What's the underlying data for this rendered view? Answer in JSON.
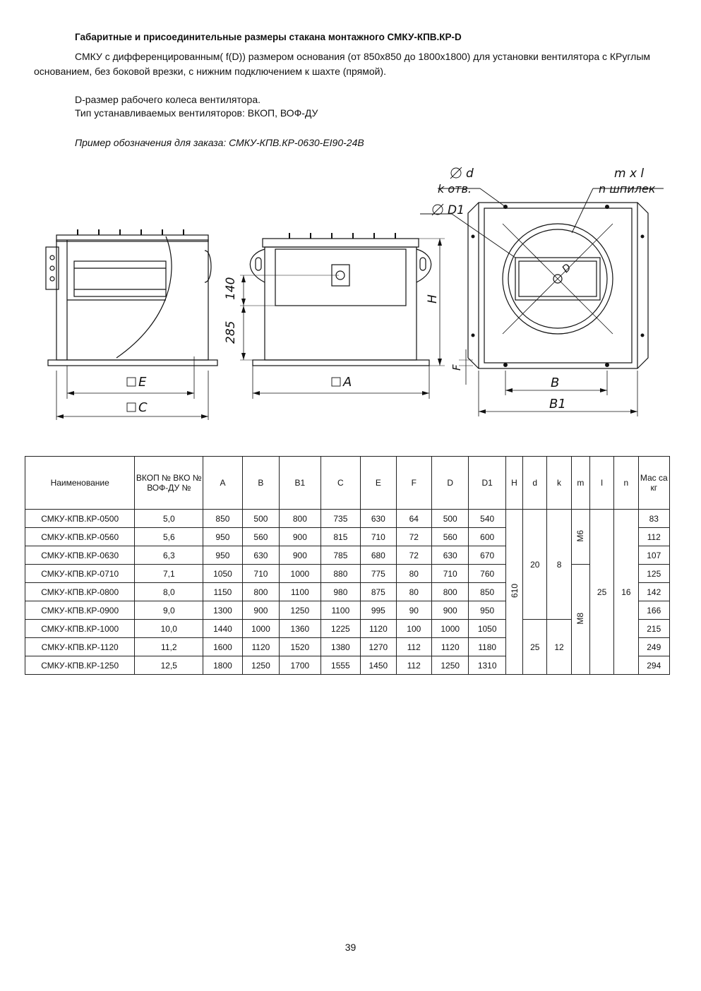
{
  "header": {
    "title": "Габаритные и присоединительные размеры стакана монтажного СМКУ-КПВ.КР-D",
    "description": "СМКУ с дифференцированным( f(D)) размером основания (от 850x850 до 1800x1800) для установки вентилятора с КРуглым основанием, без боковой врезки, с нижним подключением к шахте (прямой).",
    "d_note": "D-размер рабочего колеса вентилятора.",
    "fan_types": "Тип устанавливаемых вентиляторов: ВКОП, ВОФ-ДУ",
    "order_example": "Пример обозначения для заказа: СМКУ-КПВ.КР-0630-EI90-24B"
  },
  "drawing": {
    "labels": {
      "E": "E",
      "C": "C",
      "A": "A",
      "dim_140": "140",
      "dim_285": "285",
      "H": "H",
      "F": "F",
      "B": "B",
      "B1": "B1",
      "D": "D",
      "d": "d",
      "k_otv": "k отв.",
      "D1": "D1",
      "m_x_l": "m x l",
      "n_shpilek": "n шпилек"
    }
  },
  "table": {
    "headers": [
      "Наименование",
      "ВКОП № ВКО № ВОФ-ДУ №",
      "A",
      "B",
      "B1",
      "C",
      "E",
      "F",
      "D",
      "D1",
      "H",
      "d",
      "k",
      "m",
      "l",
      "n",
      "Мас са кг"
    ],
    "rows": [
      [
        "СМКУ-КПВ.КР-0500",
        "5,0",
        "850",
        "500",
        "800",
        "735",
        "630",
        "64",
        "500",
        "540",
        "83"
      ],
      [
        "СМКУ-КПВ.КР-0560",
        "5,6",
        "950",
        "560",
        "900",
        "815",
        "710",
        "72",
        "560",
        "600",
        "112"
      ],
      [
        "СМКУ-КПВ.КР-0630",
        "6,3",
        "950",
        "630",
        "900",
        "785",
        "680",
        "72",
        "630",
        "670",
        "107"
      ],
      [
        "СМКУ-КПВ.КР-0710",
        "7,1",
        "1050",
        "710",
        "1000",
        "880",
        "775",
        "80",
        "710",
        "760",
        "125"
      ],
      [
        "СМКУ-КПВ.КР-0800",
        "8,0",
        "1150",
        "800",
        "1100",
        "980",
        "875",
        "80",
        "800",
        "850",
        "142"
      ],
      [
        "СМКУ-КПВ.КР-0900",
        "9,0",
        "1300",
        "900",
        "1250",
        "1100",
        "995",
        "90",
        "900",
        "950",
        "166"
      ],
      [
        "СМКУ-КПВ.КР-1000",
        "10,0",
        "1440",
        "1000",
        "1360",
        "1225",
        "1120",
        "100",
        "1000",
        "1050",
        "215"
      ],
      [
        "СМКУ-КПВ.КР-1120",
        "11,2",
        "1600",
        "1120",
        "1520",
        "1380",
        "1270",
        "112",
        "1120",
        "1180",
        "249"
      ],
      [
        "СМКУ-КПВ.КР-1250",
        "12,5",
        "1800",
        "1250",
        "1700",
        "1555",
        "1450",
        "112",
        "1250",
        "1310",
        "294"
      ]
    ],
    "merged": {
      "H": "610",
      "d_small": "20",
      "k_small": "8",
      "d_large": "25",
      "k_large": "12",
      "m_small": "M6",
      "m_large": "M8",
      "l": "25",
      "n": "16"
    }
  },
  "footer": {
    "page_number": "39"
  }
}
